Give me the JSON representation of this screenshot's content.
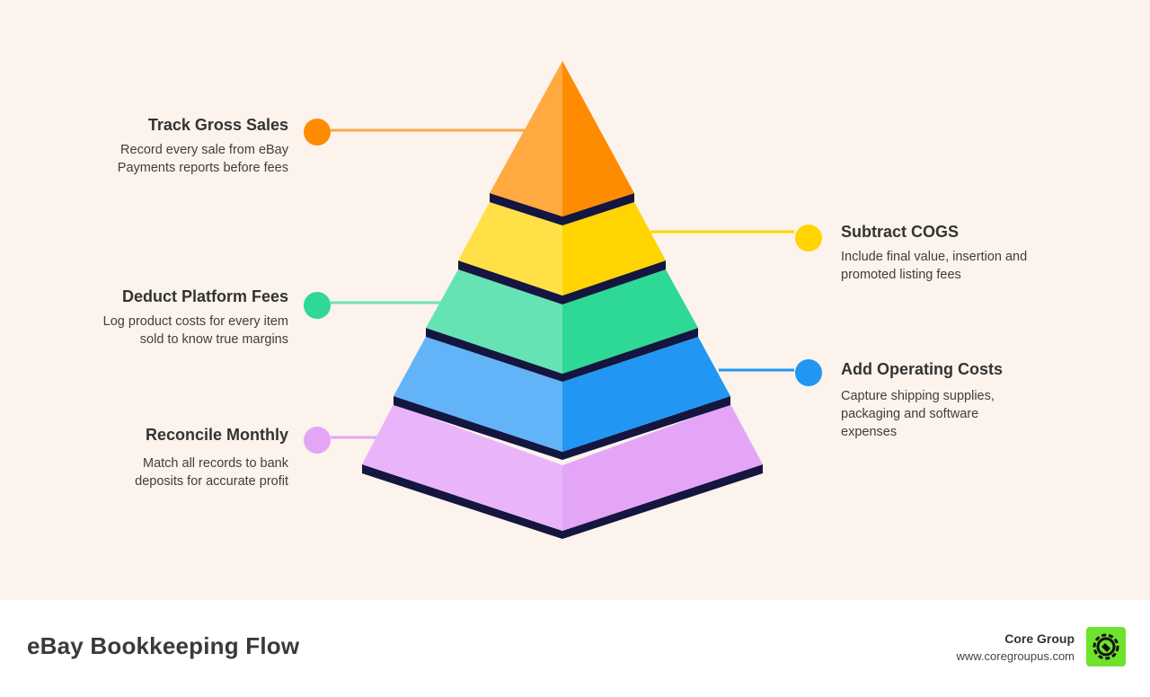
{
  "colors": {
    "orange": "#ff8c00",
    "yellow": "#ffd400",
    "green": "#2ed895",
    "blue": "#2196f3",
    "violet": "#e4a5f7",
    "separator": "#14163f",
    "background": "#fbf3ec",
    "logo_green": "#6ee22c"
  },
  "steps": [
    {
      "title": "Track Gross Sales",
      "desc_lines": [
        "Record every sale from eBay",
        "Payments reports before fees"
      ],
      "color": "#ff8c00"
    },
    {
      "title": "Subtract COGS",
      "desc_lines": [
        "Include final value, insertion and",
        "promoted listing fees"
      ],
      "color": "#ffd400"
    },
    {
      "title": "Deduct Platform Fees",
      "desc_lines": [
        "Log product costs for every item",
        "sold to know true margins"
      ],
      "color": "#2ed895"
    },
    {
      "title": "Add Operating Costs",
      "desc_lines": [
        "Capture shipping supplies,",
        "packaging and software",
        "expenses"
      ],
      "color": "#2196f3"
    },
    {
      "title": "Reconcile Monthly",
      "desc_lines": [
        "Match all records to bank",
        "deposits for accurate profit"
      ],
      "color": "#e4a5f7"
    }
  ],
  "footer": {
    "title": "eBay Bookkeeping Flow",
    "brand_name": "Core Group",
    "brand_url": "www.coregroupus.com",
    "logo_icon": "gear-icon"
  }
}
